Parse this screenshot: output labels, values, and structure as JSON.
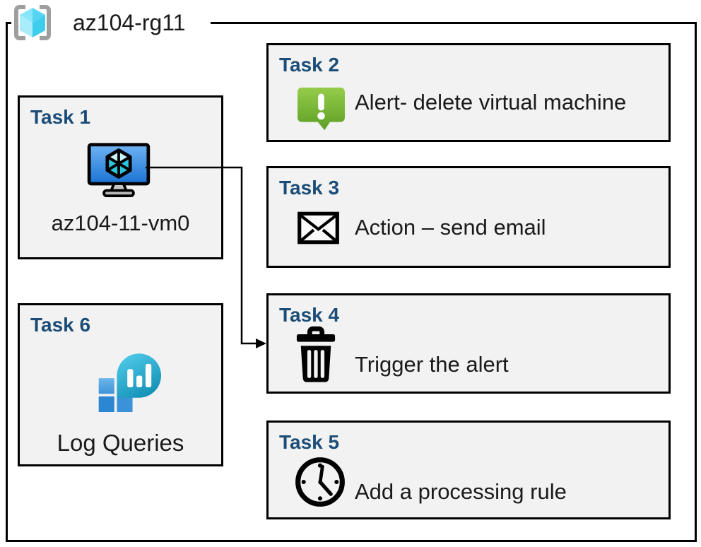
{
  "header": {
    "label": "az104-rg11",
    "icon": "resource-group-icon"
  },
  "tasks": [
    {
      "title": "Task 1",
      "label": "az104-11-vm0",
      "icon": "virtual-machine-icon"
    },
    {
      "title": "Task 2",
      "label": "Alert- delete virtual machine",
      "icon": "alert-icon"
    },
    {
      "title": "Task 3",
      "label": "Action – send email",
      "icon": "email-icon"
    },
    {
      "title": "Task 4",
      "label": "Trigger the alert",
      "icon": "trash-icon"
    },
    {
      "title": "Task 5",
      "label": "Add a processing rule",
      "icon": "clock-icon"
    },
    {
      "title": "Task 6",
      "label": "Log Queries",
      "icon": "log-analytics-icon"
    }
  ],
  "connector": {
    "from": "Task 1 virtual machine",
    "to": "Task 4"
  },
  "colors": {
    "task_title": "#1c4d78",
    "box_fill": "#f2f2f2",
    "box_border": "#000000",
    "alert_green": "#76b82a",
    "azure_blue": "#2e87d3",
    "cube_cyan": "#50d8f2",
    "bracket_gray": "#9e9e9e"
  }
}
